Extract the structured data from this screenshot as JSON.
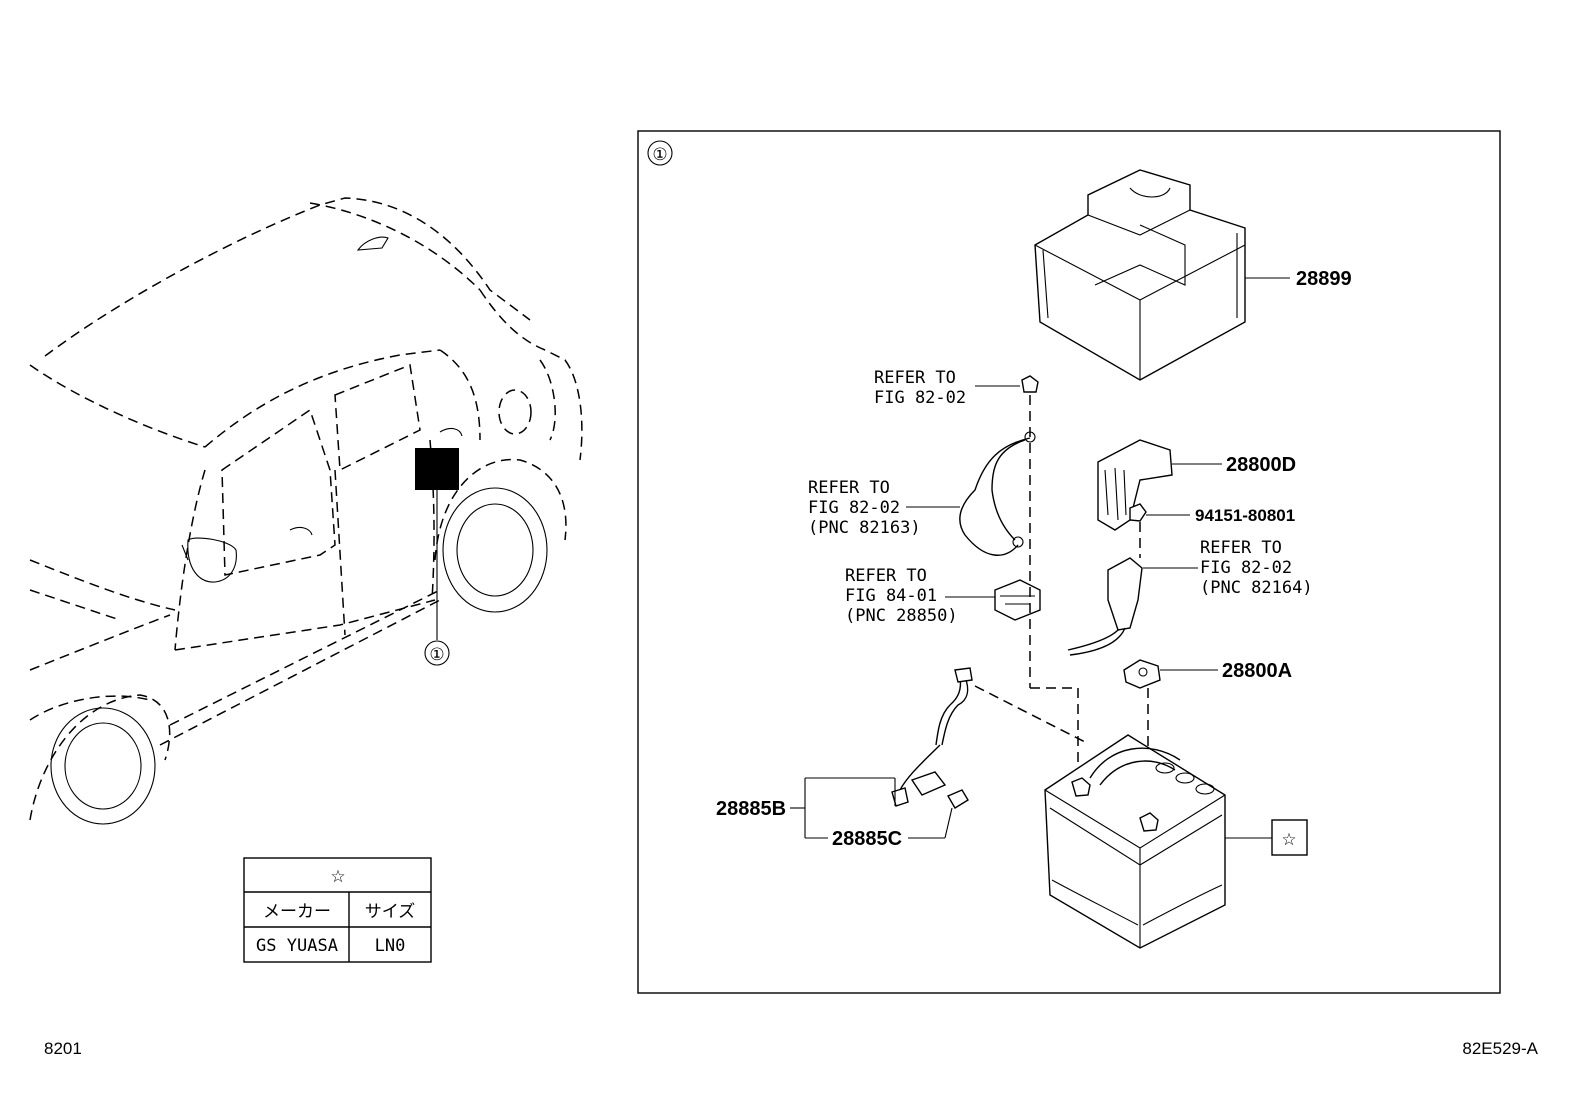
{
  "diagram": {
    "callout_marker": "①",
    "star_symbol": "☆",
    "refer_to": [
      {
        "line1": "REFER TO",
        "line2": "FIG 82-02",
        "line3": ""
      },
      {
        "line1": "REFER TO",
        "line2": "FIG 82-02",
        "line3": "(PNC 82163)"
      },
      {
        "line1": "REFER TO",
        "line2": "FIG 84-01",
        "line3": "(PNC 28850)"
      },
      {
        "line1": "REFER TO",
        "line2": "FIG 82-02",
        "line3": "(PNC 82164)"
      }
    ],
    "part_numbers": {
      "tray": "28899",
      "terminal_cover": "28800D",
      "nut": "94151-80801",
      "terminal_clamp": "28800A",
      "sensor_b": "28885B",
      "sensor_c": "28885C"
    },
    "legend_table": {
      "header": "☆",
      "columns": [
        "メーカー",
        "サイズ"
      ],
      "row": [
        "GS YUASA",
        "LN0"
      ]
    },
    "footer": {
      "figure_id": "8201",
      "illustration_id": "82E529-A"
    }
  }
}
